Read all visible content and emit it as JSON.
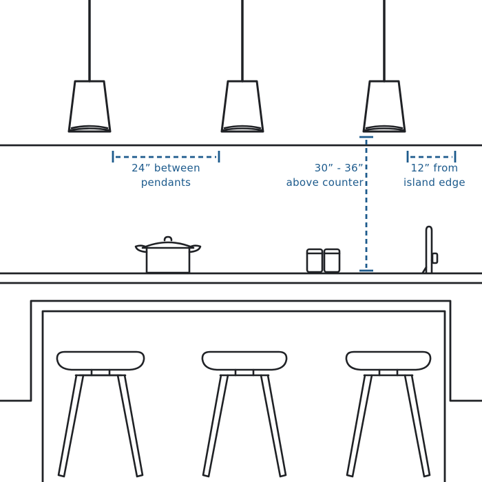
{
  "colors": {
    "line": "#1f2125",
    "dimension": "#1c5a8c",
    "background": "#ffffff"
  },
  "labels": {
    "pendant_spacing": {
      "line1": "24” between",
      "line2": "pendants"
    },
    "counter_height": {
      "line1": "30” - 36”",
      "line2": "above counter"
    },
    "edge_offset": {
      "line1": "12” from",
      "line2": "island edge"
    }
  }
}
